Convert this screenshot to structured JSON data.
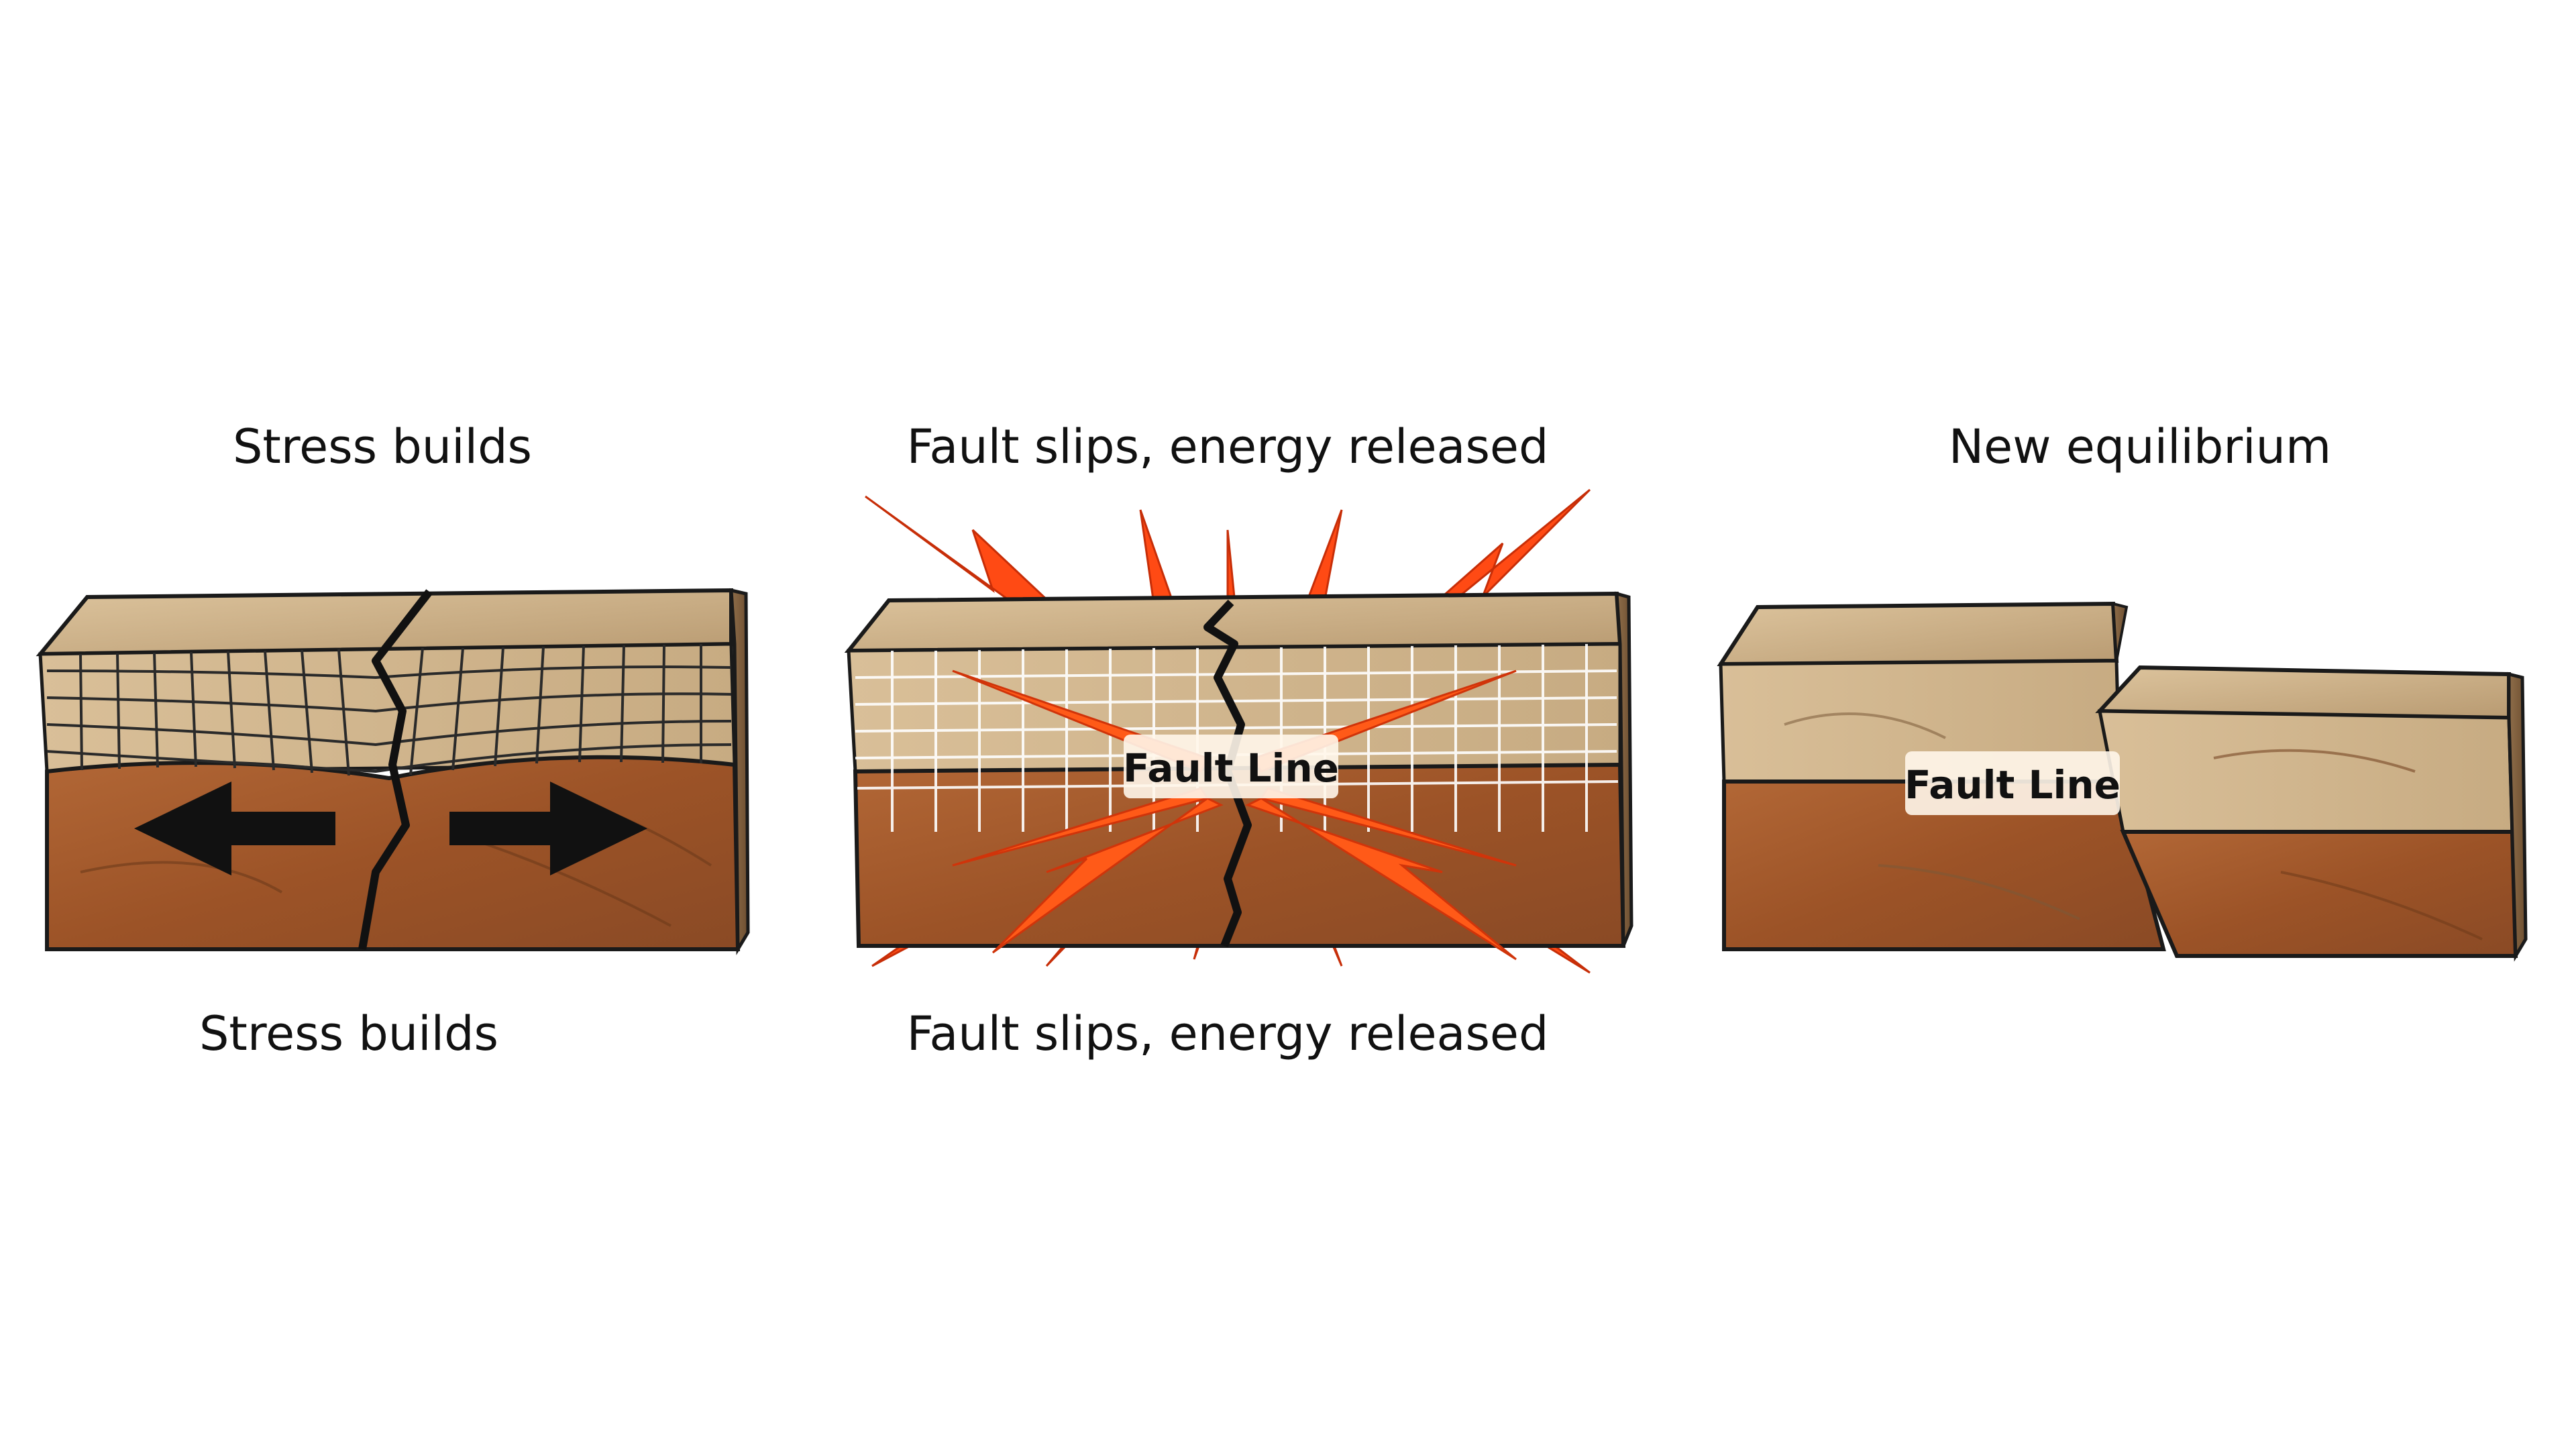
{
  "panels": [
    {
      "id": "stress",
      "title": "Stress builds",
      "caption": "Stress builds"
    },
    {
      "id": "slip",
      "title": "Fault slips, energy released",
      "caption": "Fault slips, energy released",
      "fault_label": "Fault Line"
    },
    {
      "id": "equilibrium",
      "title": "New equilibrium",
      "fault_label": "Fault Line"
    }
  ],
  "colors": {
    "rock_top": "#cdb38d",
    "rock_top_dark": "#b89a70",
    "rock_bottom": "#a55a30",
    "rock_bottom_dark": "#7e4220",
    "outline": "#1a1a1a",
    "burst": "#ff4a14",
    "burst_light": "#ff8a2a"
  }
}
